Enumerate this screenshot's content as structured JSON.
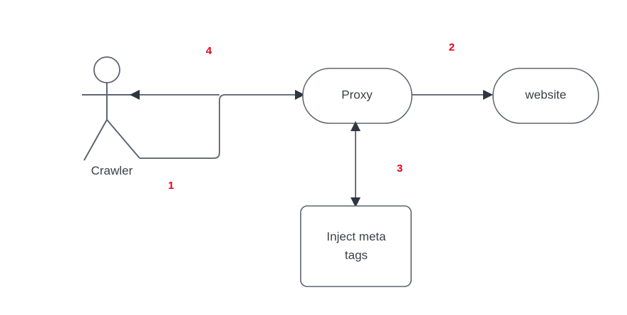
{
  "diagram": {
    "title_visible": false,
    "background_color": "#ffffff",
    "line_color": "#6b7179",
    "node_stroke_color": "#5f6671",
    "text_color": "#3b4048",
    "step_label_color": "#e8001c",
    "actors": [
      {
        "id": "crawler",
        "label": "Crawler",
        "shape": "stick-figure"
      }
    ],
    "nodes": [
      {
        "id": "proxy",
        "label": "Proxy",
        "shape": "rounded-pill"
      },
      {
        "id": "website",
        "label": "website",
        "shape": "rounded-pill"
      },
      {
        "id": "inject",
        "label_line1": "Inject  meta",
        "label_line2": "tags",
        "shape": "rounded-rect"
      }
    ],
    "steps": [
      {
        "id": "step-1",
        "label": "1"
      },
      {
        "id": "step-2",
        "label": "2"
      },
      {
        "id": "step-3",
        "label": "3"
      },
      {
        "id": "step-4",
        "label": "4"
      }
    ],
    "connections": [
      {
        "id": "crawler-to-proxy",
        "step": "1",
        "from": "crawler",
        "to": "proxy",
        "direction": "one-way"
      },
      {
        "id": "proxy-to-website",
        "step": "2",
        "from": "proxy",
        "to": "website",
        "direction": "one-way"
      },
      {
        "id": "proxy-to-inject",
        "step": "3",
        "from": "proxy",
        "to": "inject",
        "direction": "two-way"
      },
      {
        "id": "proxy-to-crawler",
        "step": "4",
        "from": "proxy",
        "to": "crawler",
        "direction": "one-way"
      }
    ]
  }
}
